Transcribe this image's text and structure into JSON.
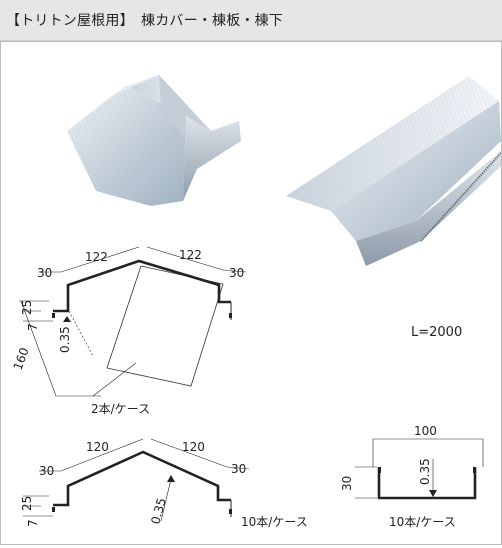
{
  "header": {
    "title": "【トリトン屋根用】　棟カバー・棟板・棟下"
  },
  "products": {
    "length_label": "L=2000",
    "diagram1": {
      "dims": {
        "top_left": "122",
        "top_right": "122",
        "flange_left": "30",
        "flange_right": "30",
        "side_upper": "25",
        "side_lower": "7",
        "height": "160",
        "thickness": "0.35"
      },
      "pack": "2本/ケース"
    },
    "diagram2": {
      "dims": {
        "top_left": "120",
        "top_right": "120",
        "flange_left": "30",
        "flange_right": "30",
        "side_upper": "25",
        "side_lower": "7",
        "thickness": "0.35"
      },
      "pack": "10本/ケース"
    },
    "diagram3": {
      "dims": {
        "width": "100",
        "height": "30",
        "thickness": "0.35"
      },
      "pack": "10本/ケース"
    }
  }
}
